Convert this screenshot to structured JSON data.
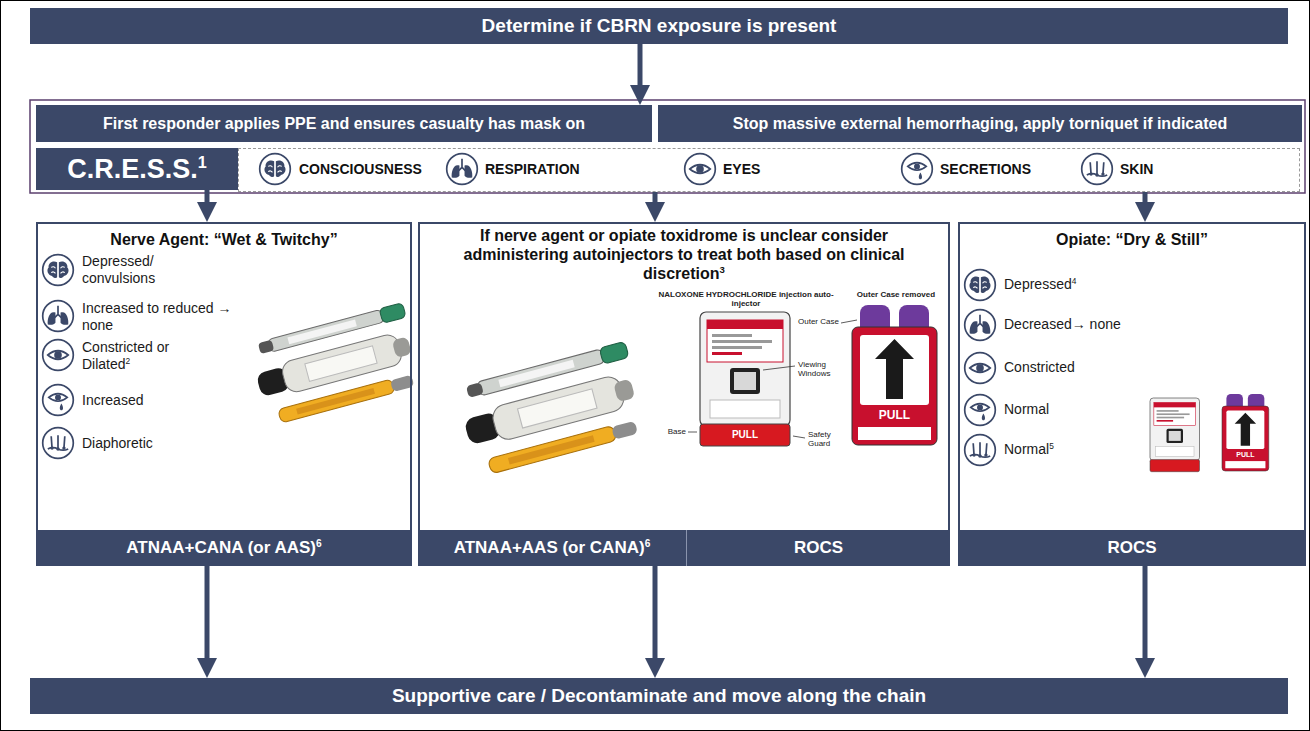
{
  "diagram": {
    "nodes": [
      {
        "text": [
          "Determine if CBRN exposure is present"
        ]
      },
      {
        "text": [
          "First responder applies PPE and ensures casualty has mask on"
        ]
      },
      {
        "text": [
          "Stop massive external hemorrhaging, apply torniquet if indicated"
        ]
      },
      {
        "text": [
          "C.R.E.S.S.",
          "1"
        ]
      },
      {
        "text": [
          "CONSCIOUSNESS",
          "RESPIRATION",
          "EYES",
          "SECRETIONS",
          "SKIN"
        ]
      },
      {
        "text": [
          "Nerve Agent: “Wet & Twitchy”",
          "Depressed/ convulsions",
          "Increased to reduced → none",
          "Constricted or Dilated",
          "2",
          "Increased",
          "Diaphoretic"
        ]
      },
      {
        "text": [
          "ATNAA+CANA (or AAS)",
          "6"
        ],
        "in": 5
      },
      {
        "text": [
          "If nerve agent or opiate toxidrome is unclear consider administering autoinjectors to treat both based on clinical discretion",
          "3"
        ]
      },
      {
        "text": [
          "ATNAA+AAS (or CANA)",
          "6"
        ],
        "in": 7
      },
      {
        "text": [
          "ROCS"
        ],
        "in": 7
      },
      {
        "text": [
          "Opiate: “Dry & Still”",
          "Depressed",
          "4",
          "Decreased→ none",
          "Constricted",
          "Normal",
          "Normal",
          "5"
        ]
      },
      {
        "text": [
          "ROCS"
        ],
        "in": 10
      },
      {
        "text": [
          "Supportive care / Decontaminate and move along the chain"
        ]
      }
    ],
    "edges": [
      {
        "from": 0,
        "to": 1,
        "arrow": "to"
      },
      {
        "from": 3,
        "to": 5,
        "arrow": "to"
      },
      {
        "from": 4,
        "to": 7,
        "arrow": "to"
      },
      {
        "from": 4,
        "to": 10,
        "arrow": "to"
      },
      {
        "from": 5,
        "to": 12,
        "arrow": "to"
      },
      {
        "from": 7,
        "to": 12,
        "arrow": "to"
      },
      {
        "from": 10,
        "to": 12,
        "arrow": "to"
      }
    ],
    "labels": [
      "NALOXONE HYDROCHLORIDE injection auto-injector",
      "Outer Case removed",
      "Outer Case",
      "Viewing Windows",
      "Base",
      "Safety Guard",
      "PULL",
      "PULL",
      "PULL"
    ]
  }
}
